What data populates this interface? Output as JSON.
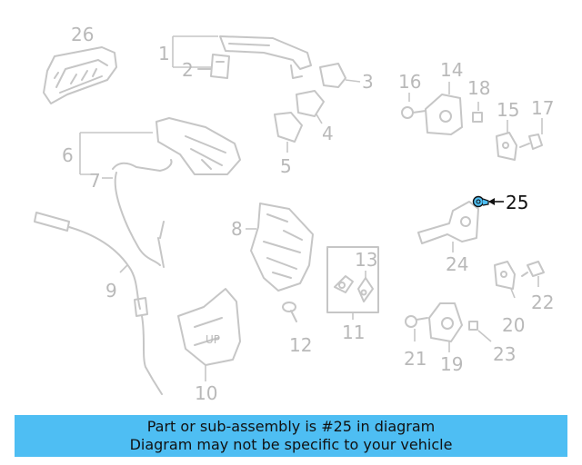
{
  "diagram": {
    "callouts": [
      {
        "number": "1"
      },
      {
        "number": "2"
      },
      {
        "number": "3"
      },
      {
        "number": "4"
      },
      {
        "number": "5"
      },
      {
        "number": "6"
      },
      {
        "number": "7"
      },
      {
        "number": "8"
      },
      {
        "number": "9"
      },
      {
        "number": "10"
      },
      {
        "number": "11"
      },
      {
        "number": "12"
      },
      {
        "number": "13"
      },
      {
        "number": "14"
      },
      {
        "number": "15"
      },
      {
        "number": "16"
      },
      {
        "number": "17"
      },
      {
        "number": "18"
      },
      {
        "number": "19"
      },
      {
        "number": "20"
      },
      {
        "number": "21"
      },
      {
        "number": "22"
      },
      {
        "number": "23"
      },
      {
        "number": "24"
      },
      {
        "number": "25"
      },
      {
        "number": "26"
      }
    ],
    "highlighted_part": "25",
    "embossed_text": "UP",
    "colors": {
      "parts": "#c6c6c6",
      "highlight": "#4ebef3",
      "highlight_label": "#111111"
    }
  },
  "banner": {
    "line1": "Part or sub-assembly is #25 in diagram",
    "line2": "Diagram may not be specific to your vehicle",
    "color": "#4ebef3"
  }
}
